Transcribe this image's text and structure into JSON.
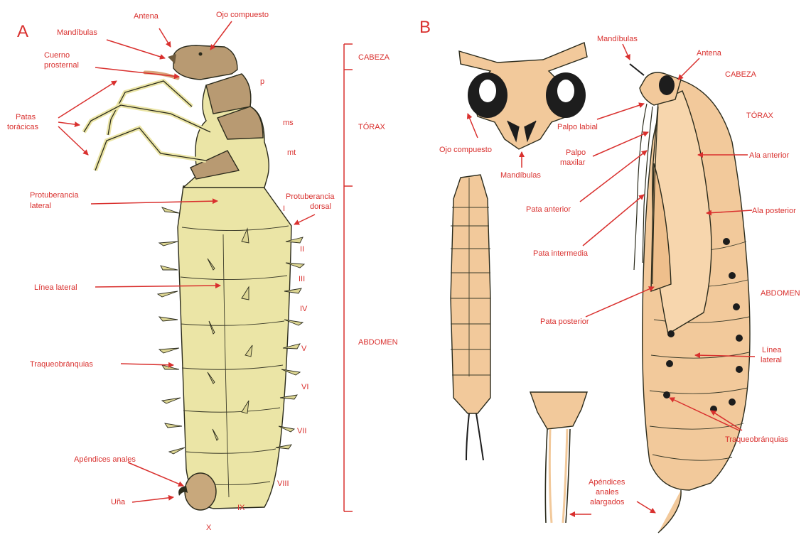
{
  "panels": {
    "a": "A",
    "b": "B"
  },
  "larva": {
    "labels": {
      "antena": "Antena",
      "ojo": "Ojo compuesto",
      "mandibulas": "Mandíbulas",
      "cuerno_1": "Cuerno",
      "cuerno_2": "prosternal",
      "patas_1": "Patas",
      "patas_2": "torácicas",
      "protub_lat_1": "Protuberancia",
      "protub_lat_2": "lateral",
      "protub_dors_1": "Protuberancia",
      "protub_dors_2": "dorsal",
      "linea": "Línea lateral",
      "traqueo": "Traqueobránquias",
      "apendices": "Apéndices anales",
      "una": "Uña"
    },
    "segments": [
      "p",
      "ms",
      "mt",
      "I",
      "II",
      "III",
      "IV",
      "V",
      "VI",
      "VII",
      "VIII",
      "IX",
      "X"
    ],
    "regions": {
      "cabeza": "CABEZA",
      "torax": "TÓRAX",
      "abdomen": "ABDOMEN"
    }
  },
  "adult": {
    "labels": {
      "mand_top": "Mandíbulas",
      "antena": "Antena",
      "cabeza": "CABEZA",
      "torax": "TÓRAX",
      "palpo_labial": "Palpo labial",
      "palpo_max_1": "Palpo",
      "palpo_max_2": "maxilar",
      "ojo": "Ojo compuesto",
      "mand_bottom": "Mandíbulas",
      "ala_ant": "Ala anterior",
      "ala_post": "Ala posterior",
      "pata_ant": "Pata anterior",
      "pata_int": "Pata intermedia",
      "abdomen": "ABDOMEN",
      "pata_post": "Pata posterior",
      "linea_1": "Línea",
      "linea_2": "lateral",
      "traqueo": "Traqueobránquias",
      "apend_1": "Apéndices",
      "apend_2": "anales",
      "apend_3": "alargados"
    }
  },
  "colors": {
    "label": "#d9302e",
    "larva_body": "#ebe5a6",
    "larva_head": "#b89a72",
    "adult_body": "#f2c99b",
    "outline": "#2b2b1c"
  }
}
